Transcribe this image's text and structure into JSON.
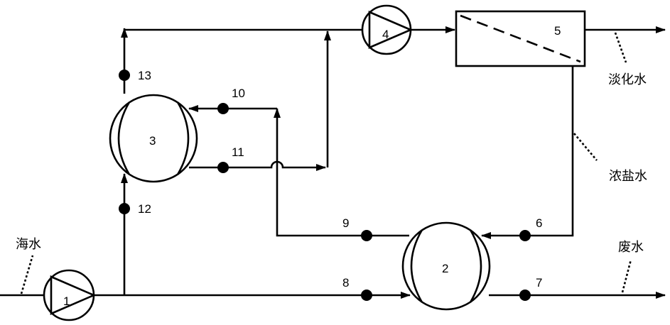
{
  "components": {
    "pump1": "1",
    "pressure_exchanger_2": "2",
    "pressure_exchanger_3": "3",
    "pump4": "4",
    "membrane_module_5": "5"
  },
  "streams": {
    "s6": "6",
    "s7": "7",
    "s8": "8",
    "s9": "9",
    "s10": "10",
    "s11": "11",
    "s12": "12",
    "s13": "13"
  },
  "labels": {
    "seawater": "海水",
    "fresh_water": "淡化水",
    "brine": "浓盐水",
    "waste_water": "废水"
  },
  "colors": {
    "line": "#000000",
    "background": "#ffffff"
  }
}
